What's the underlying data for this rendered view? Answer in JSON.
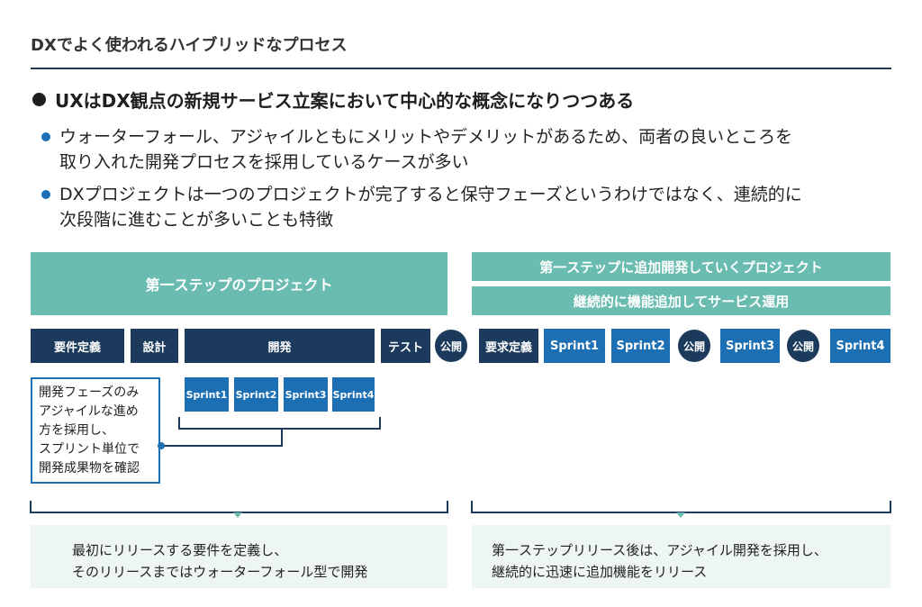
{
  "header": {
    "title": "DXでよく使われるハイブリッドなプロセス",
    "heading": "UXはDX観点の新規サービス立案において中心的な概念になりつつある"
  },
  "bullets": [
    {
      "line1": "ウォーターフォール、アジャイルともにメリットやデメリットがあるため、両者の良いところを",
      "line2": "取り入れた開発プロセスを採用しているケースが多い"
    },
    {
      "line1": "DXプロジェクトは一つのプロジェクトが完了すると保守フェーズというわけではなく、連続的に",
      "line2": "次段階に進むことが多いことも特徴"
    }
  ],
  "phases": {
    "first": "第一ステップのプロジェクト",
    "second_a": "第一ステップに追加開発していくプロジェクト",
    "second_b": "継続的に機能追加してサービス運用"
  },
  "steps": {
    "req": "要件定義",
    "design": "設計",
    "dev": "開発",
    "test": "テスト",
    "release": "公開",
    "req2": "要求定義",
    "sprint1": "Sprint1",
    "sprint2": "Sprint2",
    "sprint3": "Sprint3",
    "sprint4": "Sprint4"
  },
  "note": {
    "line1": "開発フェーズのみ",
    "line2": "アジャイルな進め",
    "line3": "方を採用し、",
    "line4": "スプリント単位で",
    "line5": "開発成果物を確認"
  },
  "sub_sprints": [
    "Sprint1",
    "Sprint2",
    "Sprint3",
    "Sprint4"
  ],
  "summaries": {
    "left_line1": "最初にリリースする要件を定義し、",
    "left_line2": "そのリリースまではウォーターフォール型で開発",
    "right_line1": "第一ステップリリース後は、アジャイル開発を採用し、",
    "right_line2": "継続的に迅速に追加機能をリリース"
  },
  "colors": {
    "teal": "#6bbcb0",
    "navy": "#1b3a5c",
    "blue": "#1d6fb3",
    "summary_bg": "#eef6f5"
  }
}
